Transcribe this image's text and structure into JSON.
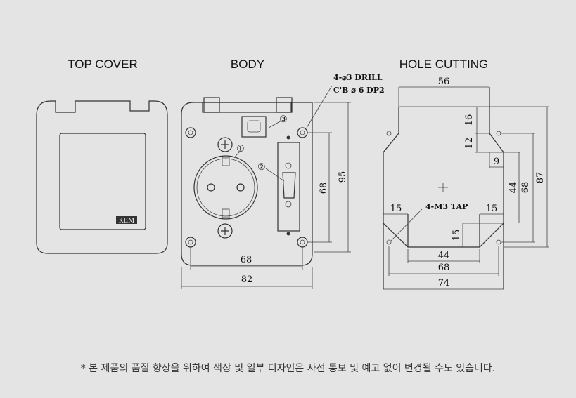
{
  "titles": {
    "top_cover": "TOP COVER",
    "body": "BODY",
    "hole_cutting": "HOLE CUTTING"
  },
  "top_cover": {
    "logo": "KEM"
  },
  "body": {
    "callouts": [
      "①",
      "②",
      "③"
    ],
    "drill_note_1": "4-⌀3 DRILL",
    "drill_note_2": "C'B ⌀ 6 DP2",
    "dims": {
      "hole_width": "68",
      "width": "82",
      "hole_height": "68",
      "height": "95"
    }
  },
  "hole_cutting": {
    "tap_note": "4-M3 TAP",
    "dims": {
      "top_width": "56",
      "top_16": "16",
      "top_12": "12",
      "notch_9": "9",
      "right_44": "44",
      "right_68": "68",
      "right_87": "87",
      "left_15": "15",
      "right_15": "15",
      "vert_15": "15",
      "bottom_44": "44",
      "bottom_68": "68",
      "bottom_74": "74"
    }
  },
  "footer": "* 본 제품의 품질 향상을 위하여 색상 및 일부 디자인은 사전 통보 및 예고 없이 변경될 수도 있습니다."
}
